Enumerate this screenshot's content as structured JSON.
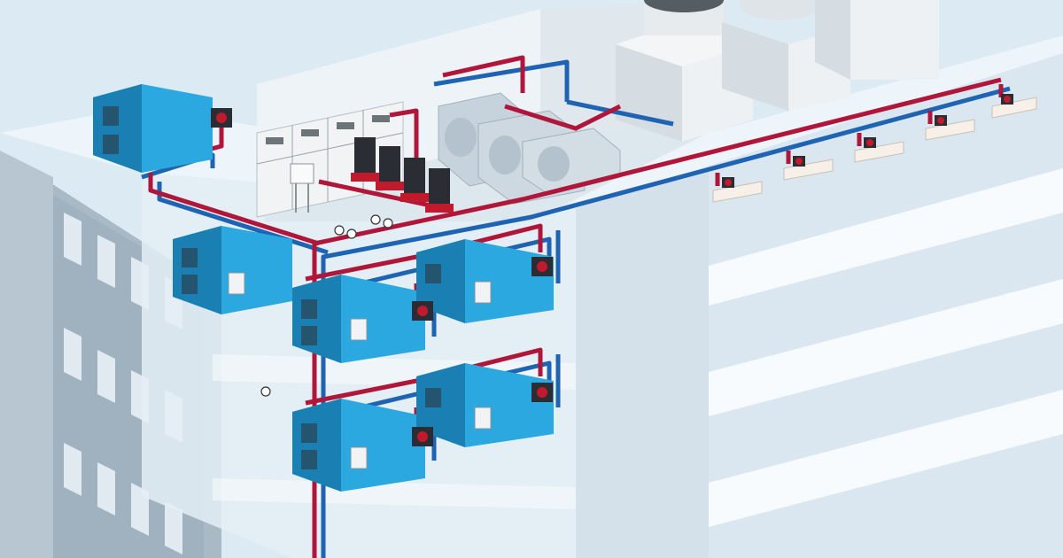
{
  "colors": {
    "sky": "#dceaf3",
    "building_glass": "#e4eef5",
    "building_shadow": "#a9bac6",
    "floor_slab": "#f4f8fb",
    "ahu_blue": "#2aa8df",
    "ahu_dark": "#1a7fb3",
    "supply_pipe": "#b0163a",
    "return_pipe": "#1f63b3",
    "pump_dark": "#2a2d33",
    "pump_red": "#c01a2c",
    "chiller_grey": "#c7d3dc",
    "panel_white": "#f2f3f4"
  },
  "icons": [
    "ahu-unit",
    "circulation-pump",
    "electrical-cabinet",
    "chiller",
    "cooling-tower",
    "fan-coil-unit",
    "pressure-gauge"
  ]
}
